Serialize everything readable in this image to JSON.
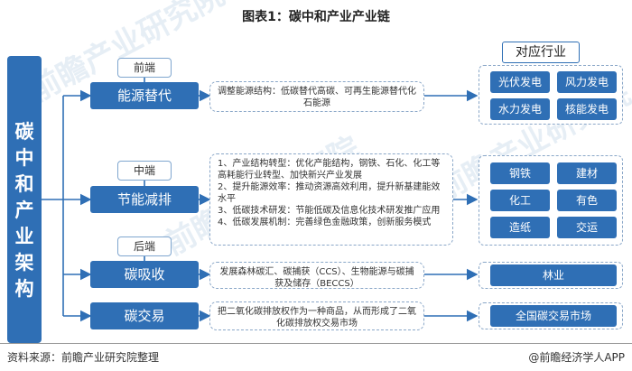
{
  "title": "图表1：碳中和产业产业链",
  "left_label": [
    "碳",
    "中",
    "和",
    "产",
    "业",
    "架",
    "构"
  ],
  "positions": {
    "front": "前端",
    "middle": "中端",
    "back": "后端"
  },
  "rows": [
    {
      "label": "能源替代",
      "desc": "调整能源结构：低碳替代高碳、可再生能源替代化石能源"
    },
    {
      "label": "节能减排",
      "desc": "1、产业结构转型：优化产能结构，钢铁、石化、化工等高耗能行业转型、加快新兴产业发展\n2、提升能源效率：推动资源高效利用，提升新基建能效水平\n3、低碳技术研发：节能低碳及信息化技术研发推广应用\n4、低碳发展机制：完善绿色金融政策，创新服务模式"
    },
    {
      "label": "碳吸收",
      "desc": "发展森林碳汇、碳捕获（CCS）、生物能源与碳捕获及储存（BECCS）"
    },
    {
      "label": "碳交易",
      "desc": "把二氧化碳排放权作为一种商品，从而形成了二氧化碳排放权交易市场"
    }
  ],
  "industry_header": "对应行业",
  "industries": {
    "energy": [
      "光伏发电",
      "风力发电",
      "水力发电",
      "核能发电"
    ],
    "saving": [
      "钢铁",
      "建材",
      "化工",
      "有色",
      "造纸",
      "交运"
    ],
    "absorb": [
      "林业"
    ],
    "trade": [
      "全国碳交易市场"
    ]
  },
  "watermark": "前瞻产业研究院",
  "source": "资料来源：前瞻产业研究院整理",
  "brand": "@前瞻经济学人APP",
  "colors": {
    "primary": "#2f6fb5",
    "line": "#2f6fb5",
    "dash": "#8aa7c8"
  }
}
